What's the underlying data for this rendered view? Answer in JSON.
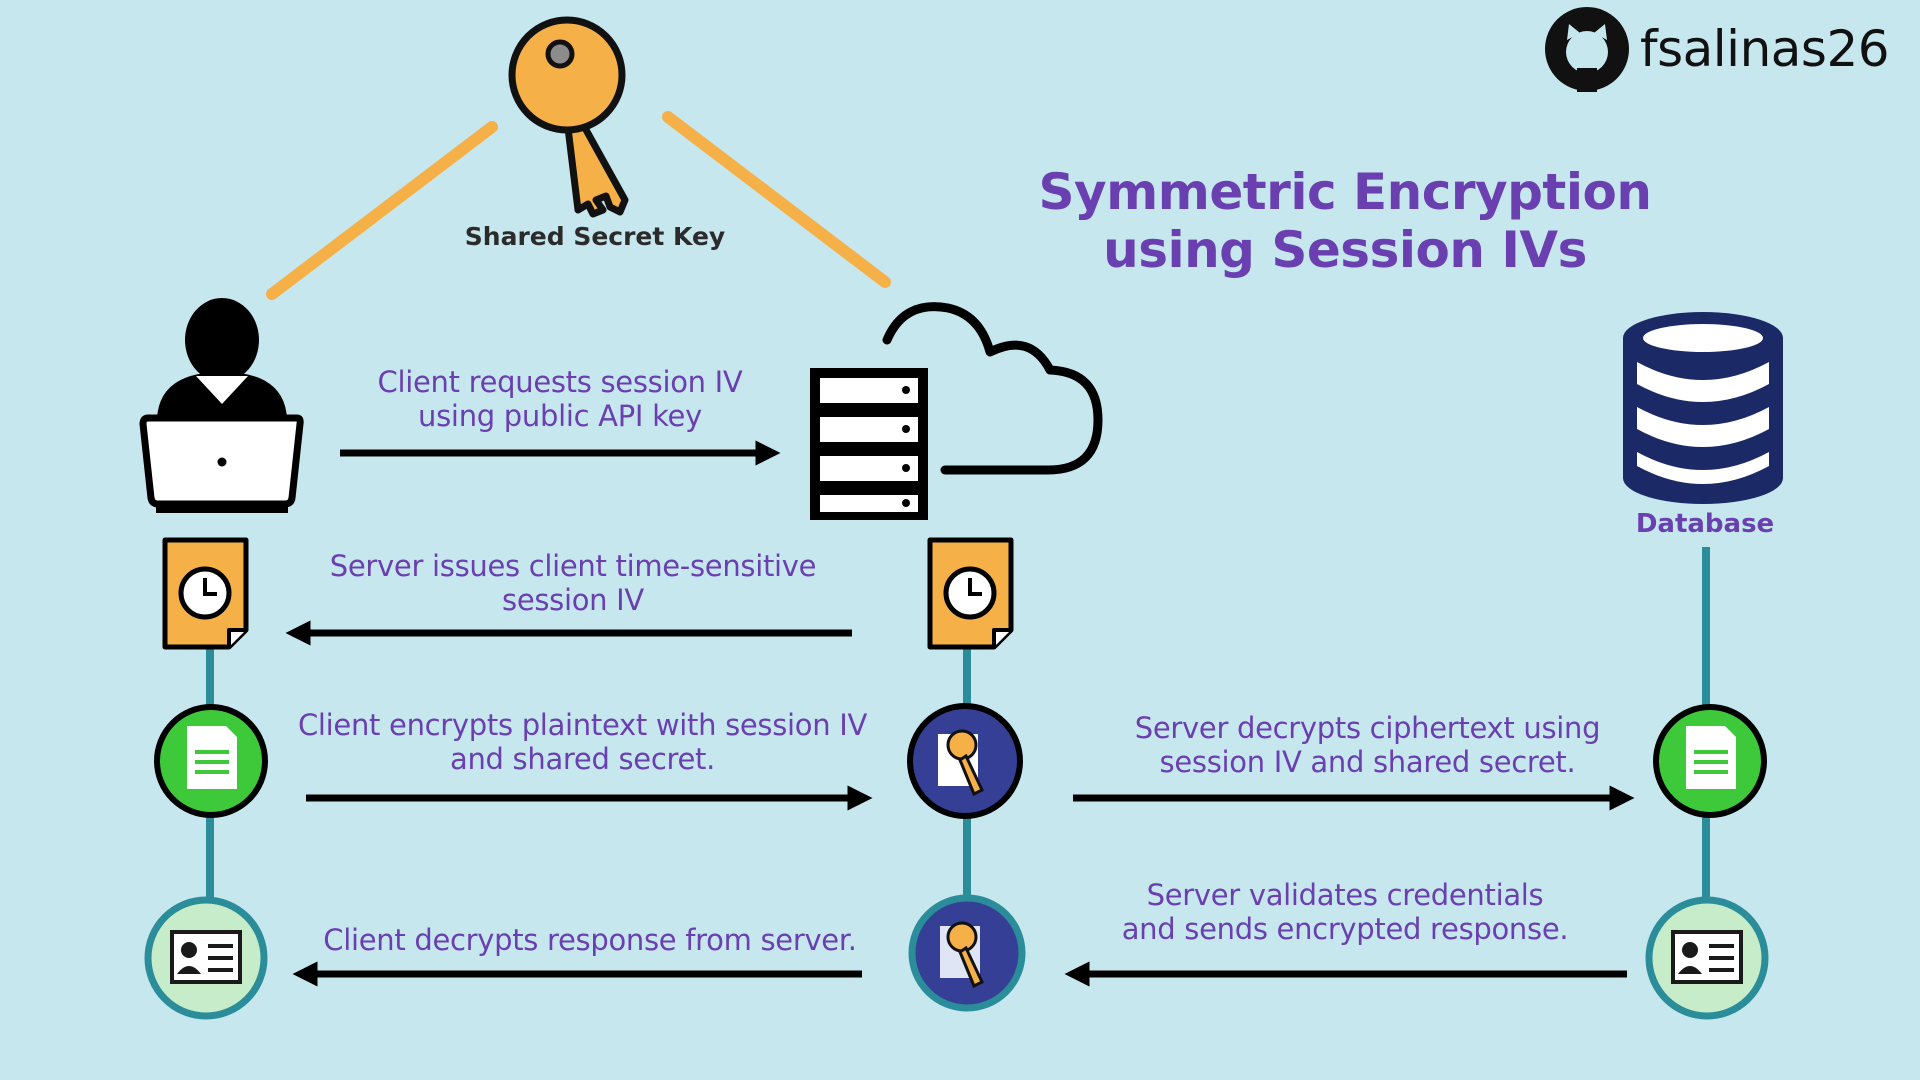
{
  "brand": {
    "handle": "fsalinas26",
    "icon": "github-icon"
  },
  "title": {
    "line1": "Symmetric Encryption",
    "line2": "using Session IVs"
  },
  "key": {
    "label": "Shared Secret Key",
    "icon": "key-icon"
  },
  "database": {
    "label": "Database",
    "icon": "database-icon"
  },
  "steps": [
    {
      "line1": "Client requests session IV",
      "line2": "using public API key",
      "direction": "client-to-server"
    },
    {
      "line1": "Server issues client time-sensitive",
      "line2": "session IV",
      "direction": "server-to-client"
    },
    {
      "line1": "Client encrypts plaintext with session IV",
      "line2": "and shared secret.",
      "direction": "client-to-server"
    },
    {
      "line1": "Server decrypts ciphertext using",
      "line2": "session IV and shared secret.",
      "direction": "server-to-database"
    },
    {
      "line1": "Client decrypts response from server.",
      "direction": "server-to-client"
    },
    {
      "line1": "Server validates credentials",
      "line2": "and sends encrypted response.",
      "direction": "database-to-server"
    }
  ],
  "colors": {
    "background": "#c7e7ef",
    "accent_text": "#6a3fb0",
    "key_orange": "#f5b048",
    "teal_line": "#2a8d99",
    "green_circle": "#3ec93a",
    "navy_circle": "#343f95",
    "light_circle": "#c6ecc9",
    "db_navy": "#1b2a66"
  }
}
